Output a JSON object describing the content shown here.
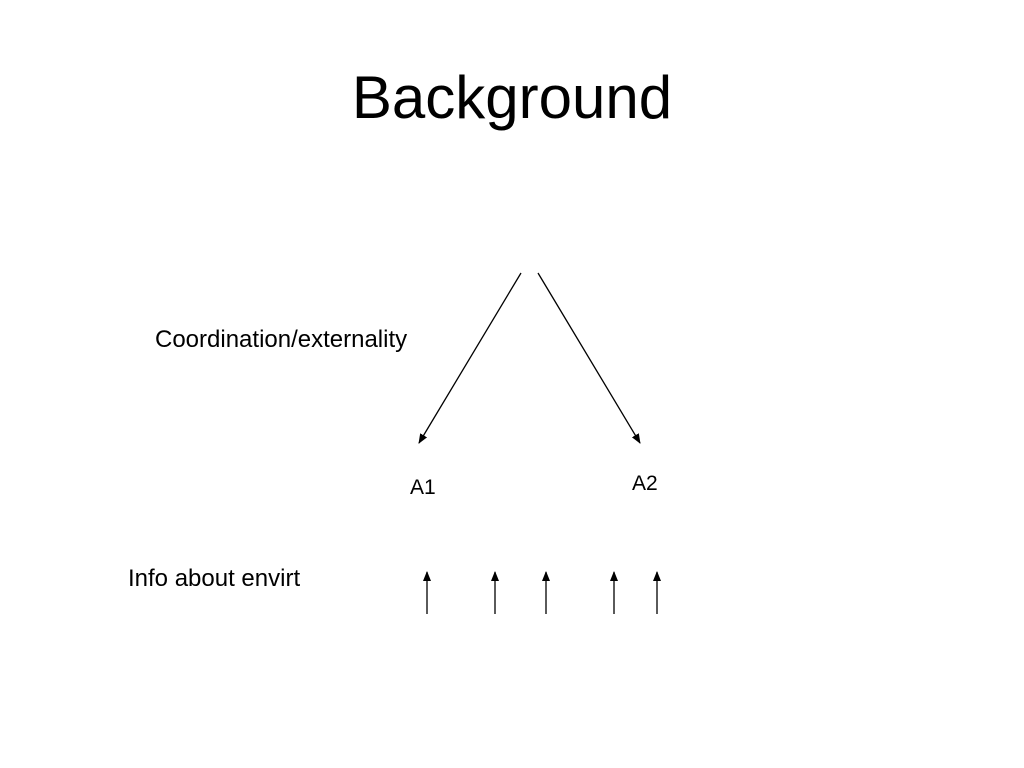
{
  "slide": {
    "title": "Background"
  },
  "diagram": {
    "edge_label": "Coordination/externality",
    "nodes": {
      "a1": "A1",
      "a2": "A2"
    },
    "info_label": "Info about envirt",
    "info_arrow_count": 5
  },
  "colors": {
    "text": "#000000",
    "stroke": "#000000",
    "background": "#ffffff"
  }
}
